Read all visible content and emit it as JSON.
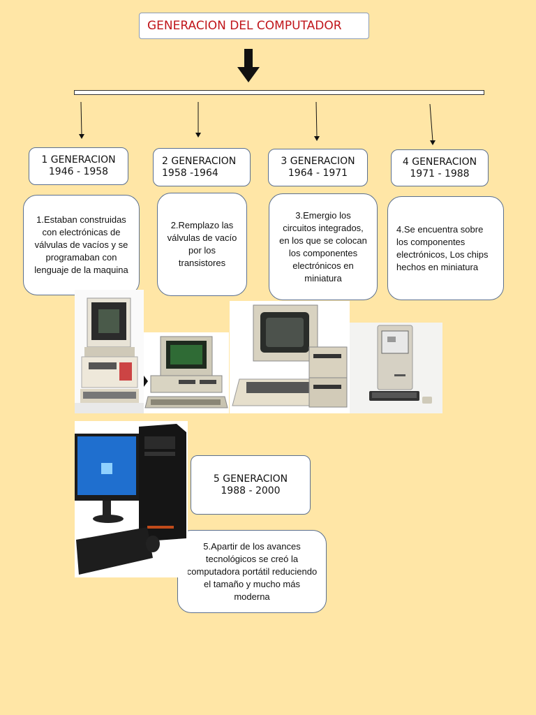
{
  "title": "GENERACION DEL COMPUTADOR",
  "colors": {
    "background": "#ffe6a6",
    "title_text": "#c0151a",
    "box_border": "#5a6f8f"
  },
  "generations": [
    {
      "heading": "1 GENERACION\n1946 - 1958",
      "description": "1.Estaban construidas con electrónicas de válvulas de vacíos y se programaban con lenguaje de la maquina"
    },
    {
      "heading": "2 GENERACION\n1958 -1964",
      "description": "2.Remplazo las válvulas de vacío por los transistores"
    },
    {
      "heading": "3 GENERACION\n1964 - 1971",
      "description": "3.Emergio los circuitos integrados, en los que se colocan los componentes electrónicos en miniatura"
    },
    {
      "heading": "4 GENERACION\n1971 - 1988",
      "description": "4.Se encuentra sobre los componentes electrónicos, Los chips hechos en miniatura"
    },
    {
      "heading": "5 GENERACION\n1988 - 2000",
      "description": "5.Apartir de los avances tecnológicos se creó la computadora portátil reduciendo el tamaño y mucho más moderna"
    }
  ],
  "images": [
    "first-generation-computer",
    "second-generation-pc",
    "apple-ii-computer",
    "macintosh-computer",
    "modern-desktop-pc"
  ]
}
